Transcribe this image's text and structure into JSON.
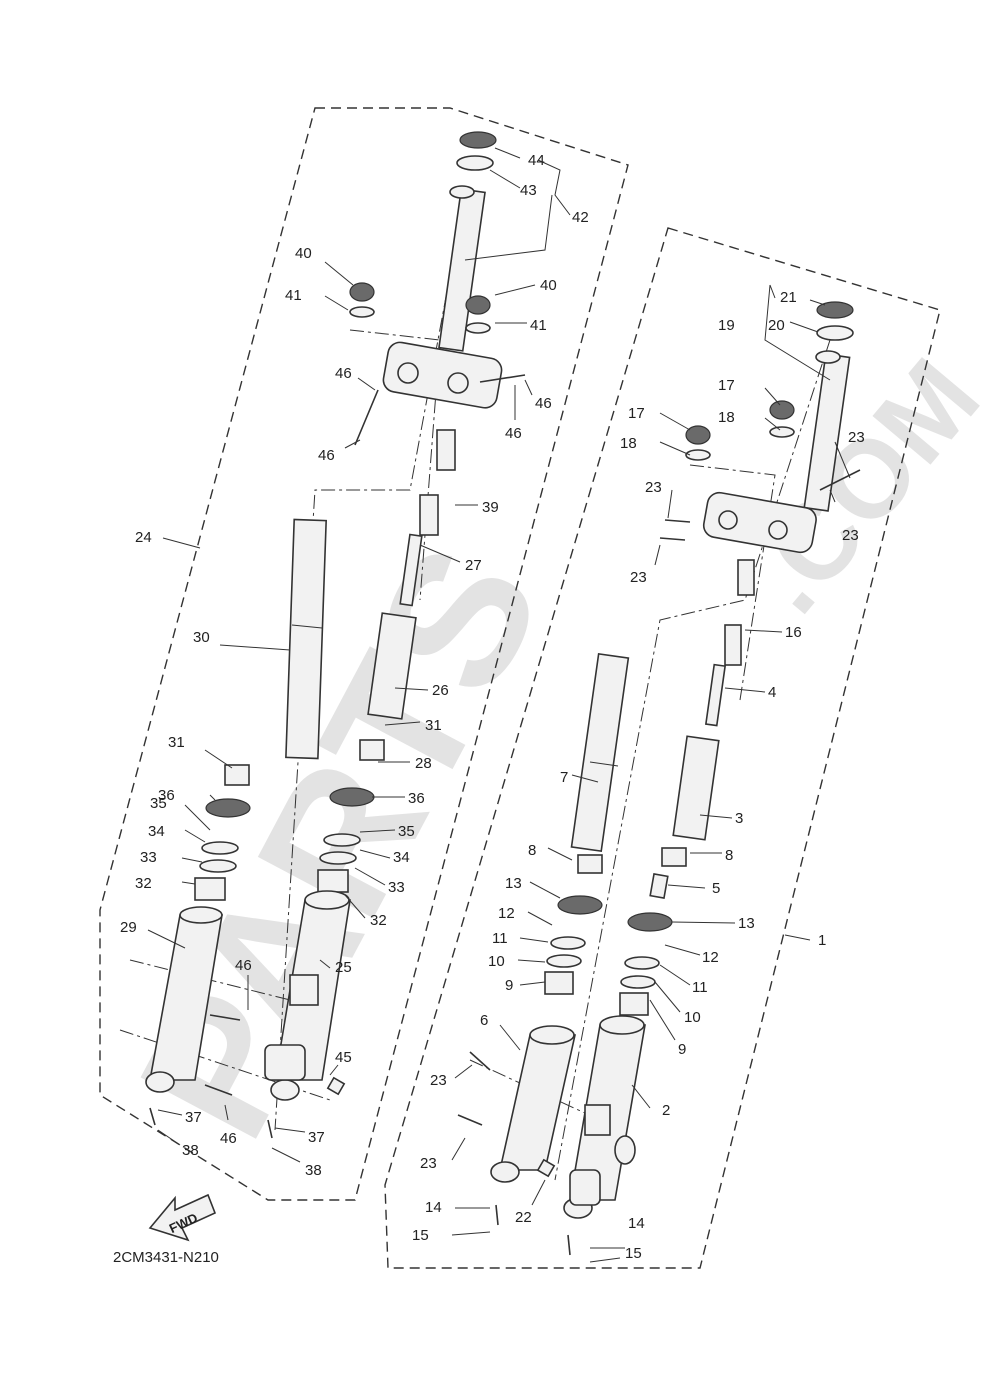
{
  "diagram": {
    "code": "2CM3431-N210",
    "fwd_label": "FWD",
    "watermark": {
      "main": "PARTS",
      "suffix": ".COM"
    },
    "callouts": {
      "n1": "1",
      "n2": "2",
      "n3": "3",
      "n4": "4",
      "n5": "5",
      "n6": "6",
      "n7": "7",
      "n8": "8",
      "n9": "9",
      "n10": "10",
      "n11": "11",
      "n12": "12",
      "n13": "13",
      "n14": "14",
      "n15": "15",
      "n16": "16",
      "n17": "17",
      "n18": "18",
      "n19": "19",
      "n20": "20",
      "n21": "21",
      "n22": "22",
      "n23": "23",
      "n24": "24",
      "n25": "25",
      "n26": "26",
      "n27": "27",
      "n28": "28",
      "n29": "29",
      "n30": "30",
      "n31": "31",
      "n32": "32",
      "n33": "33",
      "n34": "34",
      "n35": "35",
      "n36": "36",
      "n37": "37",
      "n38": "38",
      "n39": "39",
      "n40": "40",
      "n41": "41",
      "n42": "42",
      "n43": "43",
      "n44": "44",
      "n45": "45",
      "n46": "46"
    }
  }
}
